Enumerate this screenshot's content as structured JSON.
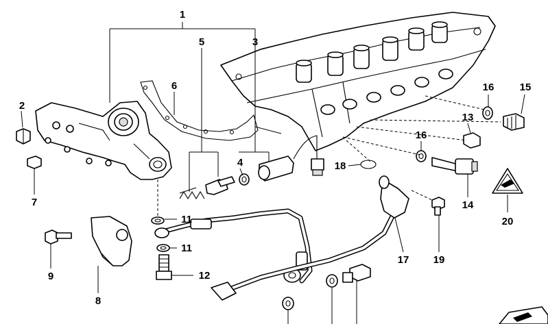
{
  "callouts": [
    {
      "id": "1",
      "text": "1"
    },
    {
      "id": "2",
      "text": "2"
    },
    {
      "id": "3",
      "text": "3"
    },
    {
      "id": "4",
      "text": "4"
    },
    {
      "id": "5",
      "text": "5"
    },
    {
      "id": "6",
      "text": "6"
    },
    {
      "id": "7",
      "text": "7"
    },
    {
      "id": "8",
      "text": "8"
    },
    {
      "id": "9",
      "text": "9"
    },
    {
      "id": "11a",
      "text": "11"
    },
    {
      "id": "11b",
      "text": "11"
    },
    {
      "id": "12",
      "text": "12"
    },
    {
      "id": "13",
      "text": "13"
    },
    {
      "id": "14",
      "text": "14"
    },
    {
      "id": "15",
      "text": "15"
    },
    {
      "id": "16a",
      "text": "16"
    },
    {
      "id": "16b",
      "text": "16"
    },
    {
      "id": "17",
      "text": "17"
    },
    {
      "id": "18",
      "text": "18"
    },
    {
      "id": "19",
      "text": "19"
    },
    {
      "id": "20",
      "text": "20"
    }
  ]
}
